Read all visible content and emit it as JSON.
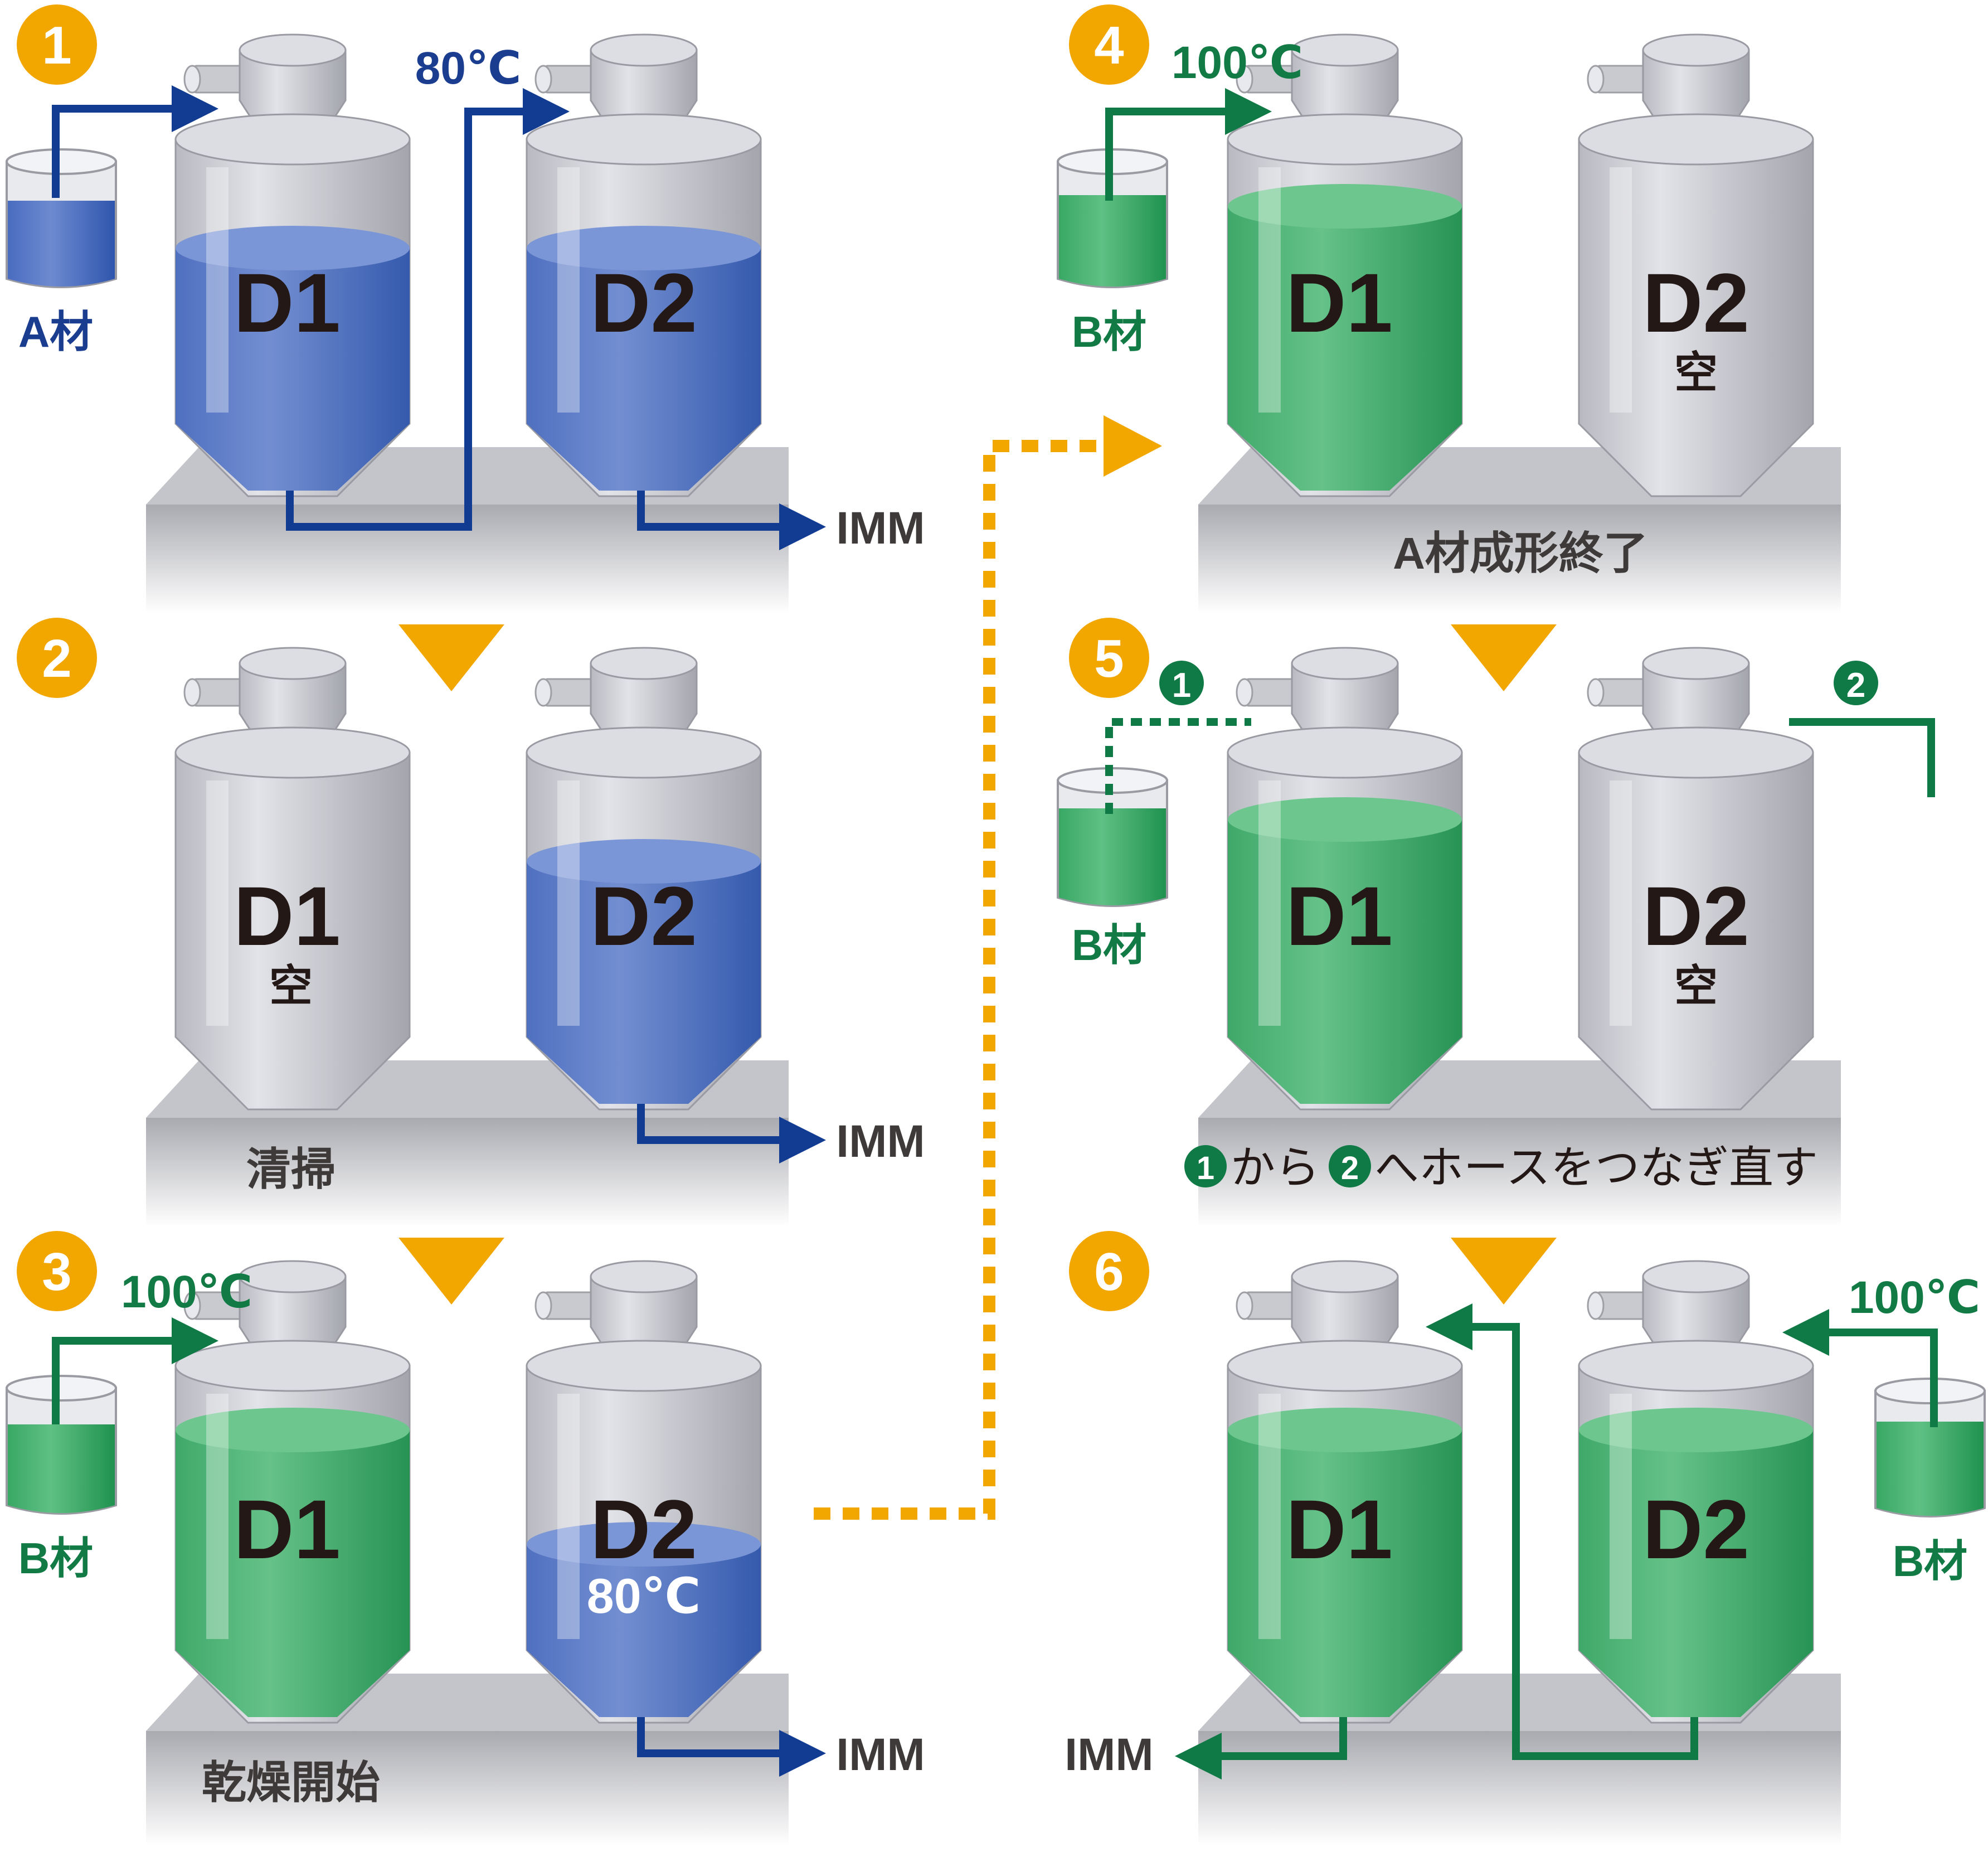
{
  "colors": {
    "blue_material": "#4a6cc0",
    "green_material": "#3daa6a",
    "blue_line": "#123b92",
    "green_line": "#0f7a45",
    "orange": "#f2a700",
    "gray_dryer": "#c5c6cc",
    "platform": "#b5b6bb"
  },
  "step_numbers": [
    "1",
    "2",
    "3",
    "4",
    "5",
    "6"
  ],
  "units": {
    "d1": "D1",
    "d2": "D2",
    "empty": "空"
  },
  "materials": {
    "a": "A材",
    "b": "B材"
  },
  "temperatures": {
    "t80": "80℃",
    "t100": "100℃"
  },
  "outlet": "IMM",
  "captions": {
    "step2": "清掃",
    "step3": "乾燥開始",
    "step4": "A材成形終了",
    "step5_suffix_1": "から",
    "step5_suffix_2": "へホースをつなぎ直す"
  },
  "hose_markers": [
    "1",
    "2"
  ]
}
